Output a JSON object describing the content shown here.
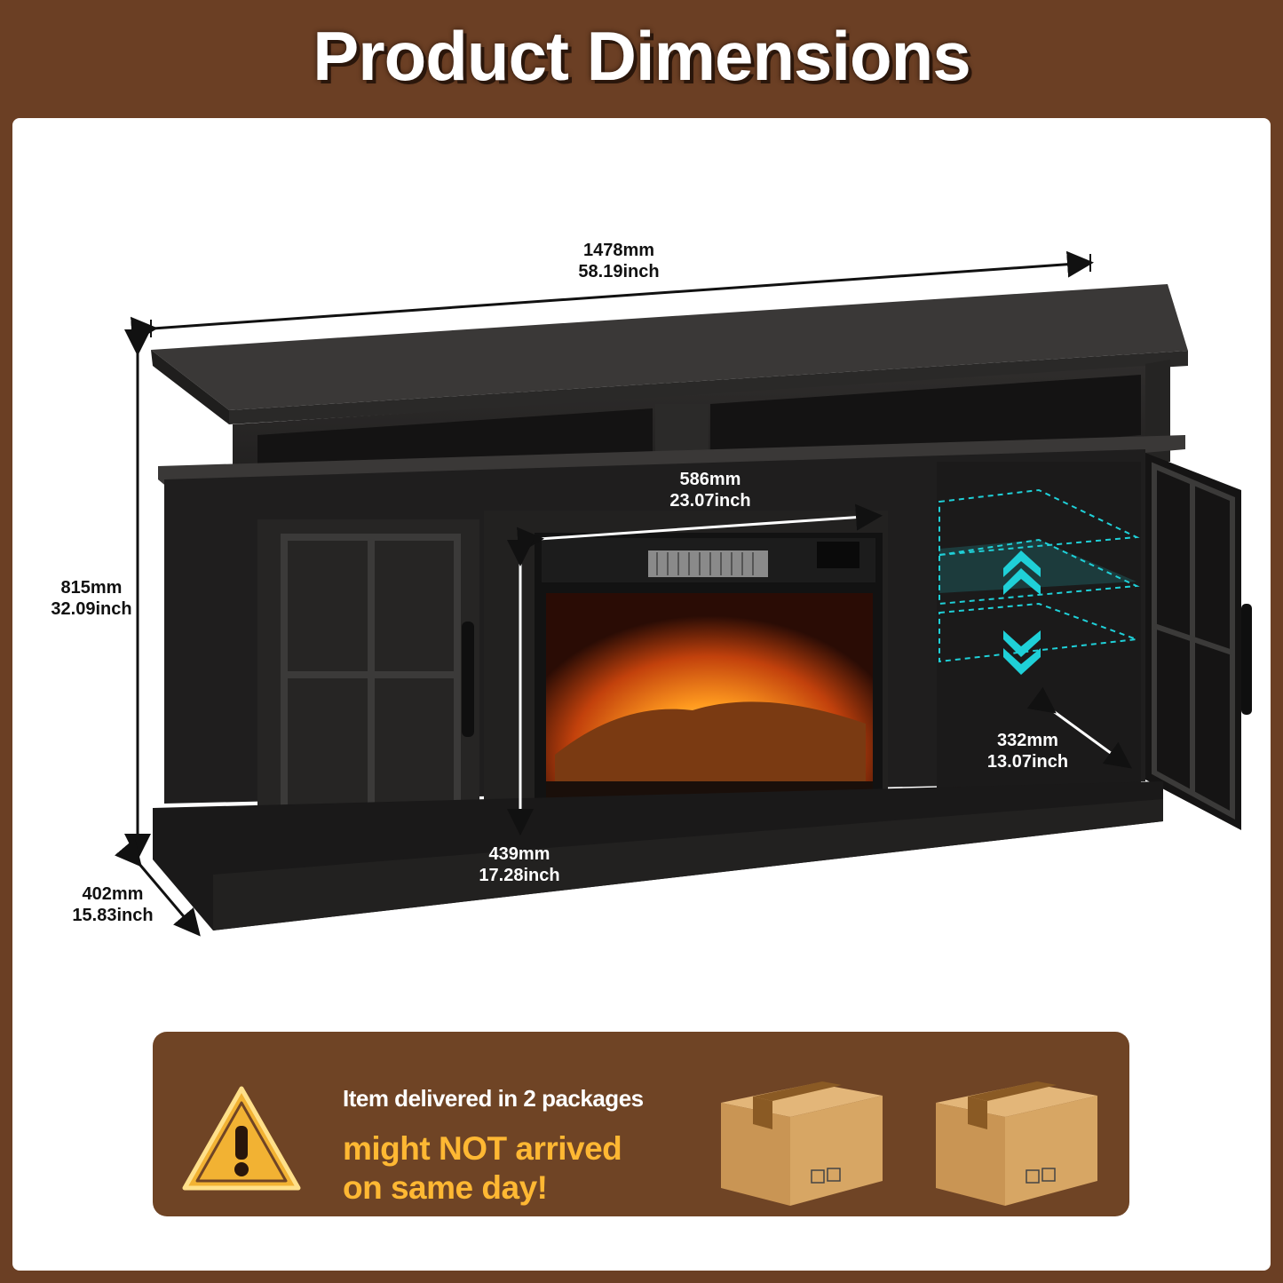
{
  "header": {
    "title": "Product Dimensions"
  },
  "dimensions": {
    "width": {
      "mm": "1478mm",
      "inch": "58.19inch"
    },
    "height": {
      "mm": "815mm",
      "inch": "32.09inch"
    },
    "depth": {
      "mm": "402mm",
      "inch": "15.83inch"
    },
    "fireplace_width": {
      "mm": "586mm",
      "inch": "23.07inch"
    },
    "fireplace_height": {
      "mm": "439mm",
      "inch": "17.28inch"
    },
    "cabinet_depth": {
      "mm": "332mm",
      "inch": "13.07inch"
    }
  },
  "notice": {
    "line1": "Item delivered in 2 packages",
    "line2a": "might NOT arrived",
    "line2b": "on same day!",
    "icon": "warning-icon",
    "package_count": 2
  },
  "colors": {
    "frame": "#6b3f24",
    "notice_bg": "#6f4425",
    "highlight": "#ffb833",
    "furniture": "#232121",
    "accent_cyan": "#1fd0d8"
  }
}
